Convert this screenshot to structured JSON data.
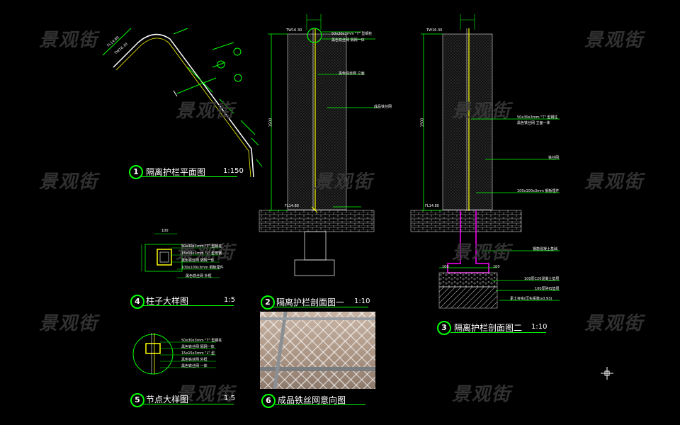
{
  "watermark": "景观街",
  "colors": {
    "line": "#00ff00",
    "dim": "#00ff00",
    "text": "#ffffff",
    "accent": "#ffff00",
    "concrete_outline": "#ff00ff",
    "background": "#000000"
  },
  "views": [
    {
      "number": "1",
      "title": "隔离护栏平面图",
      "scale": "1:150"
    },
    {
      "number": "2",
      "title": "隔离护栏剖面图一",
      "scale": "1:10"
    },
    {
      "number": "3",
      "title": "隔离护栏剖面图二",
      "scale": "1:10"
    },
    {
      "number": "4",
      "title": "柱子大样图",
      "scale": "1:5"
    },
    {
      "number": "5",
      "title": "节点大样图",
      "scale": "1:5"
    },
    {
      "number": "6",
      "title": "成品铁丝网意向图",
      "scale": ""
    }
  ],
  "elevations": {
    "top_2": "TW16.30",
    "bottom_2": "FL14.80",
    "top_3": "TW16.30",
    "bottom_3": "FL14.80",
    "height_2": "1500",
    "height_3": "1500"
  },
  "plan_labels": [
    "FL14.80",
    "TW16.30"
  ],
  "section2_notes": [
    "50x30x3mm \"T\" 型钢柱",
    "黑色铁丝网 隔网一体",
    "成品铁丝网",
    "黑色铁丝网 立面"
  ],
  "section3_notes": [
    "50x30x3mm \"T\" 型钢柱",
    "黑色铁丝网 立面一体",
    "铁丝网",
    "100x100x3mm 钢板埋件",
    "钢筋混凝土基础",
    "100厚C20混凝土垫层",
    "100厚碎石垫层",
    "素土夯实(压实系数≥0.93)"
  ],
  "detail4_notes": [
    "50x30x3mm \"T\" 型钢柱",
    "15x15x3mm \"L\" 型角钢",
    "黑色铁丝网 隔网一体",
    "100x100x3mm 钢板埋件",
    "黑色铁丝网 外框"
  ],
  "detail5_notes": [
    "50x30x3mm \"T\" 型钢柱",
    "黑色铁丝网 隔网一体",
    "15x15x3mm \"L\" 型",
    "黑色铁丝网 外框",
    "黑色铁丝网 一体"
  ],
  "dim_small": [
    "100",
    "100",
    "100"
  ]
}
